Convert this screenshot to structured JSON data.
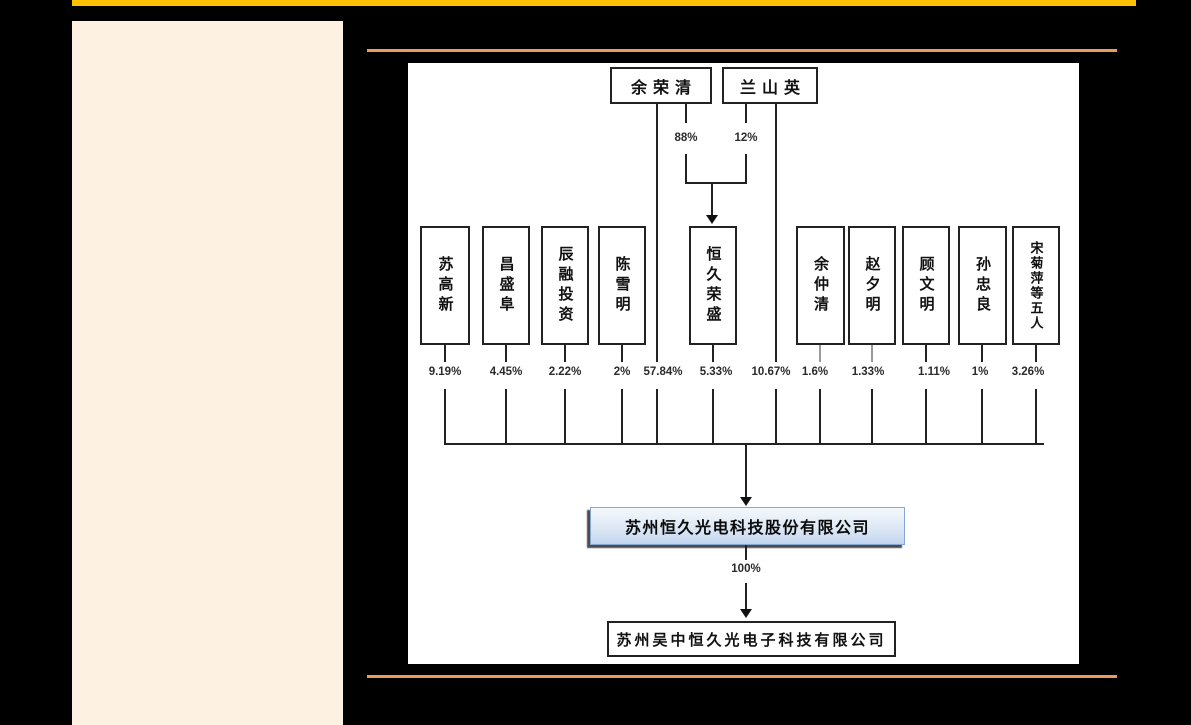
{
  "colors": {
    "background": "#000000",
    "top_accent_bar": "#FFC000",
    "left_page_panel": "#FDF2E2",
    "rule_orange": "#EC9A5B",
    "diagram_background": "#FFFFFF",
    "company_box_fill": "#D4E2F2",
    "company_box_border": "#85A9D4",
    "line_color": "#222222"
  },
  "ownership_chart": {
    "parents": [
      {
        "name": "余荣清",
        "stake_in_holdco": "88%"
      },
      {
        "name": "兰山英",
        "stake_in_holdco": "12%"
      }
    ],
    "holdco_stakes": [
      "88%",
      "12%"
    ],
    "shareholders": [
      "苏高新",
      "昌盛阜",
      "辰融投资",
      "陈雪明",
      "恒久荣盛",
      "余仲清",
      "赵夕明",
      "顾文明",
      "孙忠良",
      "宋菊萍等五人"
    ],
    "shareholding_percents": [
      "9.19%",
      "4.45%",
      "2.22%",
      "2%",
      "57.84%",
      "5.33%",
      "10.67%",
      "1.6%",
      "1.33%",
      "1.11%",
      "1%",
      "3.26%"
    ],
    "company": "苏州恒久光电科技股份有限公司",
    "subsidiary_stake": "100%",
    "subsidiary": "苏州吴中恒久光电子科技有限公司"
  }
}
